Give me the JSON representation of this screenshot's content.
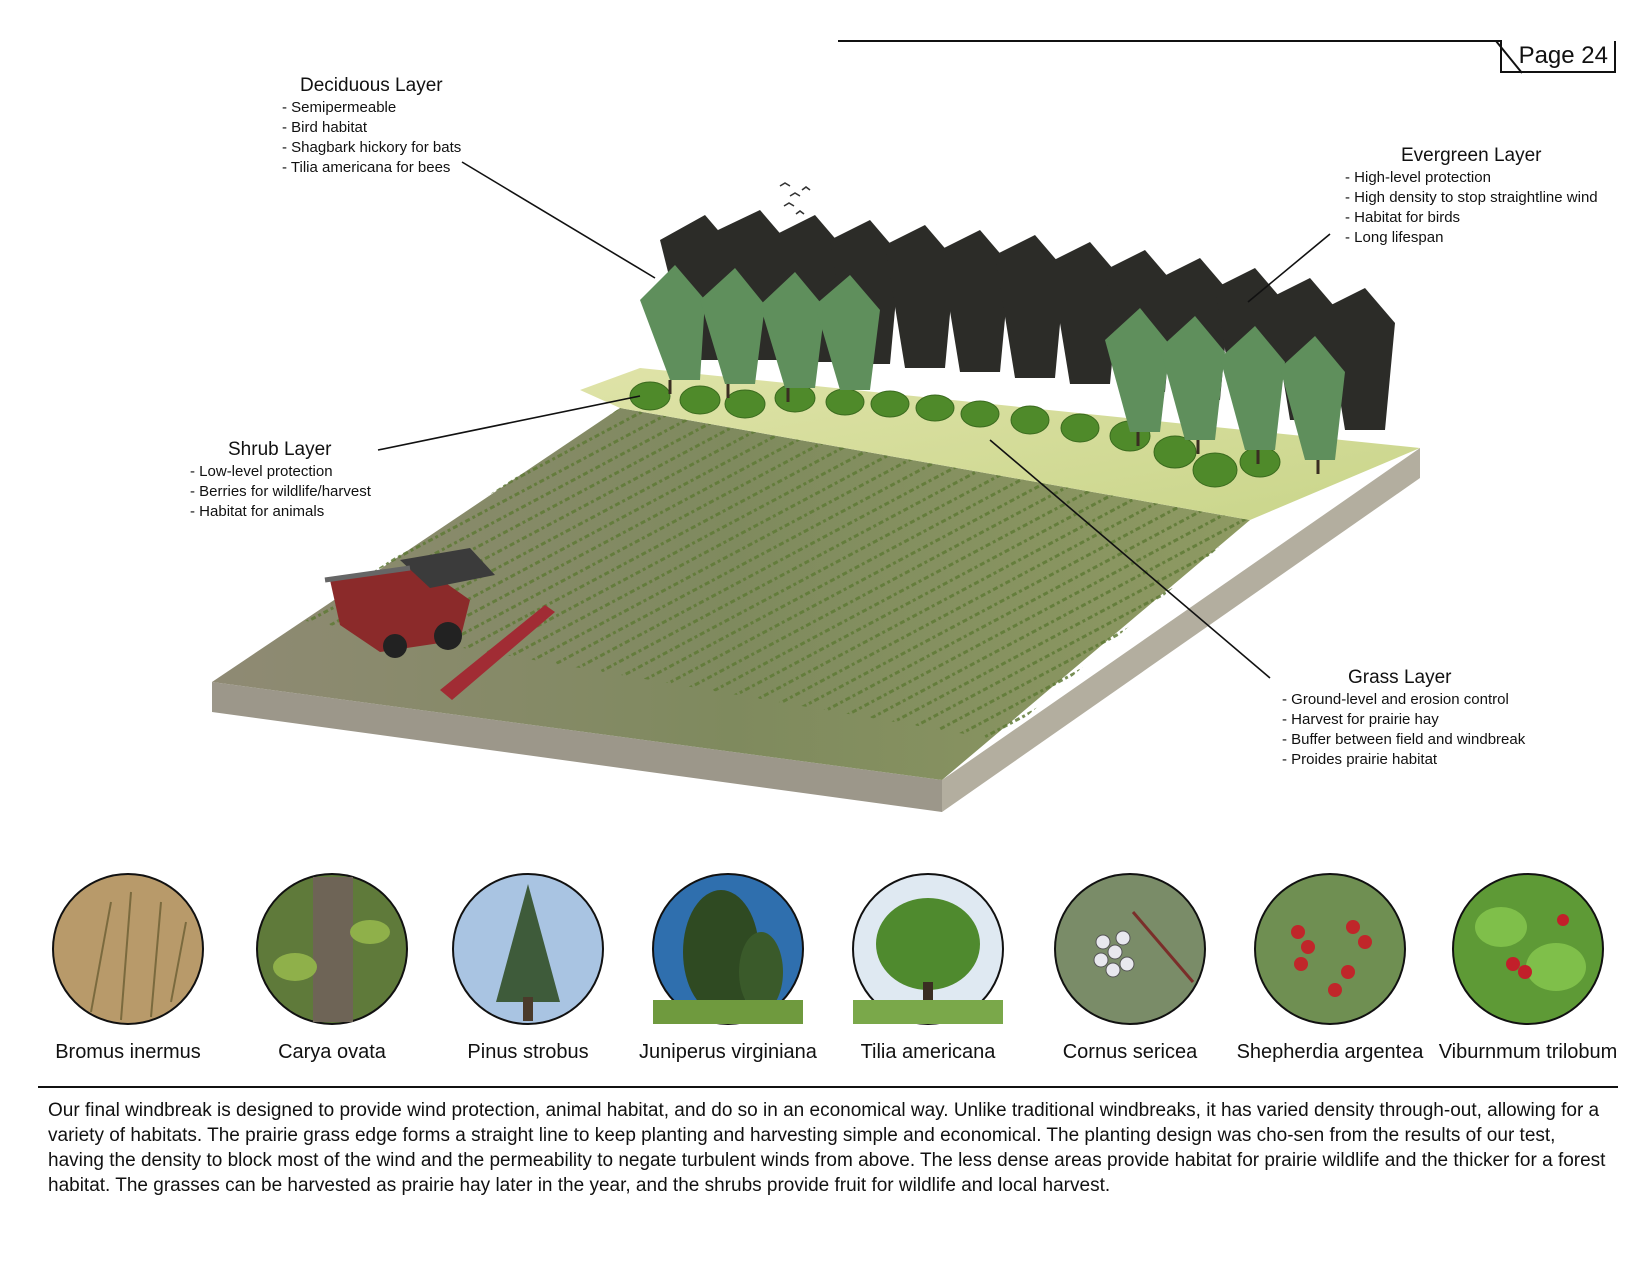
{
  "page": {
    "label": "Page 24"
  },
  "layers": {
    "deciduous": {
      "title": "Deciduous Layer",
      "items": [
        "Semipermeable",
        "Bird habitat",
        "Shagbark hickory for bats",
        "Tilia americana for bees"
      ]
    },
    "evergreen": {
      "title": "Evergreen Layer",
      "items": [
        "High-level protection",
        "High density to stop straightline wind",
        "Habitat for birds",
        "Long lifespan"
      ]
    },
    "shrub": {
      "title": "Shrub Layer",
      "items": [
        "Low-level protection",
        "Berries for wildlife/harvest",
        "Habitat for animals"
      ]
    },
    "grass": {
      "title": "Grass Layer",
      "items": [
        "Ground-level and erosion control",
        "Harvest for prairie hay",
        "Buffer between field and windbreak",
        "Proides prairie habitat"
      ]
    }
  },
  "species": [
    {
      "name": "Bromus inermus",
      "icon": "grass-photo",
      "color": "#b89a6a"
    },
    {
      "name": "Carya ovata",
      "icon": "bark-photo",
      "color": "#5f7a3a"
    },
    {
      "name": "Pinus strobus",
      "icon": "pine-photo",
      "color": "#3e5b3a"
    },
    {
      "name": "Juniperus virginiana",
      "icon": "juniper-photo",
      "color": "#2f4a22"
    },
    {
      "name": "Tilia americana",
      "icon": "tree-photo",
      "color": "#4f8a2e"
    },
    {
      "name": "Cornus sericea",
      "icon": "berry-white-photo",
      "color": "#7a8c68"
    },
    {
      "name": "Shepherdia argentea",
      "icon": "berry-red-photo",
      "color": "#c0262a"
    },
    {
      "name": "Viburnmum trilobum",
      "icon": "viburnum-photo",
      "color": "#5e9a36"
    }
  ],
  "caption": "Our final windbreak is designed to provide wind protection, animal habitat, and do so in an economical way.  Unlike traditional windbreaks, it has varied density through-out, allowing for a variety of habitats.  The prairie grass edge forms a straight line to keep planting and harvesting simple and economical.  The planting design was cho-sen from the results of our test, having the density to block most of the wind and the permeability to negate turbulent winds from above.  The less dense areas provide habitat for prairie wildlife and the thicker for a forest habitat.  The grasses can be harvested as prairie hay later in the year, and the shrubs provide fruit for wildlife and local harvest."
}
